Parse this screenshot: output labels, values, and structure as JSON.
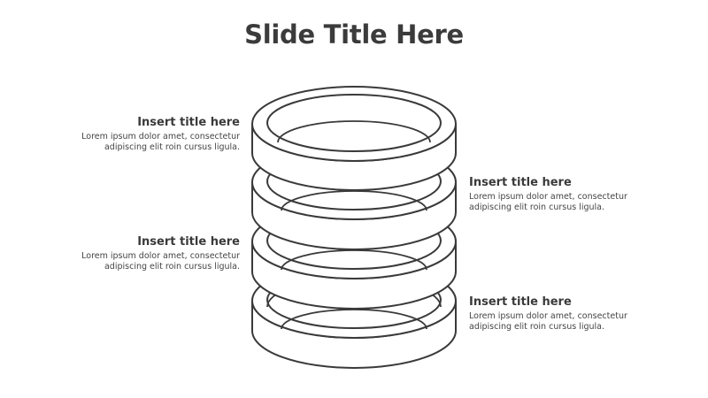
{
  "slide": {
    "title": "Slide Title Here"
  },
  "colors": {
    "stroke": "#3a3a3a",
    "text": "#3a3a3a",
    "background": "#ffffff"
  },
  "items": [
    {
      "title": "Insert title here",
      "line1": "Lorem ipsum dolor amet, consectetur",
      "line2": "adipiscing elit roin cursus ligula."
    },
    {
      "title": "Insert title here",
      "line1": "Lorem ipsum dolor amet, consectetur",
      "line2": "adipiscing elit roin cursus ligula."
    },
    {
      "title": "Insert title here",
      "line1": "Lorem ipsum dolor amet, consectetur",
      "line2": "adipiscing elit roin cursus ligula."
    },
    {
      "title": "Insert title here",
      "line1": "Lorem ipsum dolor amet, consectetur",
      "line2": "adipiscing elit roin cursus ligula."
    }
  ]
}
